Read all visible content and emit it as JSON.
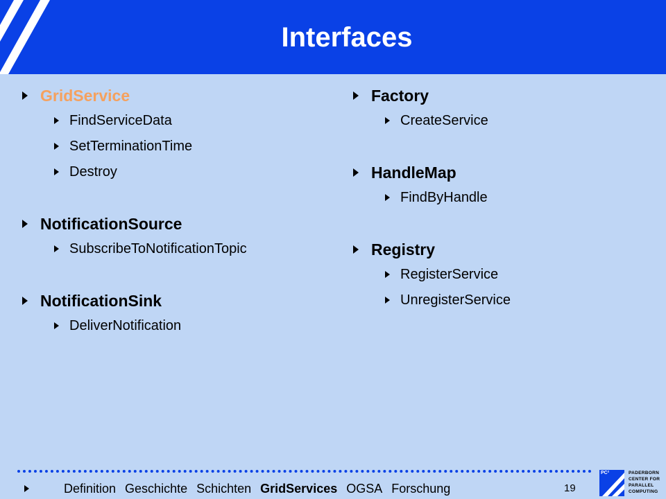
{
  "slide": {
    "title": "Interfaces",
    "page_number": "19"
  },
  "left_column": [
    {
      "label": "GridService",
      "active": true,
      "children": [
        "FindServiceData",
        "SetTerminationTime",
        "Destroy"
      ]
    },
    {
      "label": "NotificationSource",
      "active": false,
      "children": [
        "SubscribeToNotificationTopic"
      ]
    },
    {
      "label": "NotificationSink",
      "active": false,
      "children": [
        "DeliverNotification"
      ]
    }
  ],
  "right_column": [
    {
      "label": "Factory",
      "children": [
        "CreateService"
      ]
    },
    {
      "label": "HandleMap",
      "children": [
        "FindByHandle"
      ]
    },
    {
      "label": "Registry",
      "children": [
        "RegisterService",
        "UnregisterService"
      ]
    }
  ],
  "footer_nav": [
    {
      "label": "Definition",
      "current": false
    },
    {
      "label": "Geschichte",
      "current": false
    },
    {
      "label": "Schichten",
      "current": false
    },
    {
      "label": "GridServices",
      "current": true
    },
    {
      "label": "OGSA",
      "current": false
    },
    {
      "label": "Forschung",
      "current": false
    }
  ],
  "logo": {
    "mark_text": "PC²",
    "lines": [
      "PADERBORN",
      "CENTER FOR",
      "PARALLEL",
      "COMPUTING"
    ]
  },
  "colors": {
    "header": "#0a41e6",
    "background": "#bfd6f5",
    "active_item": "#f5a15e"
  }
}
